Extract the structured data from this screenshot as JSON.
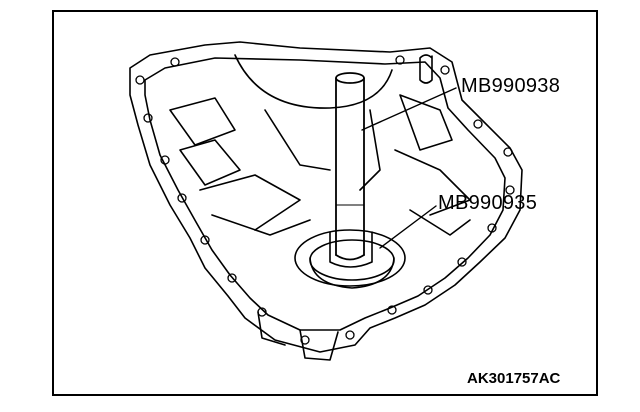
{
  "callouts": {
    "tool_1": "MB990938",
    "tool_2": "MB990935"
  },
  "figure_code": "AK301757AC"
}
